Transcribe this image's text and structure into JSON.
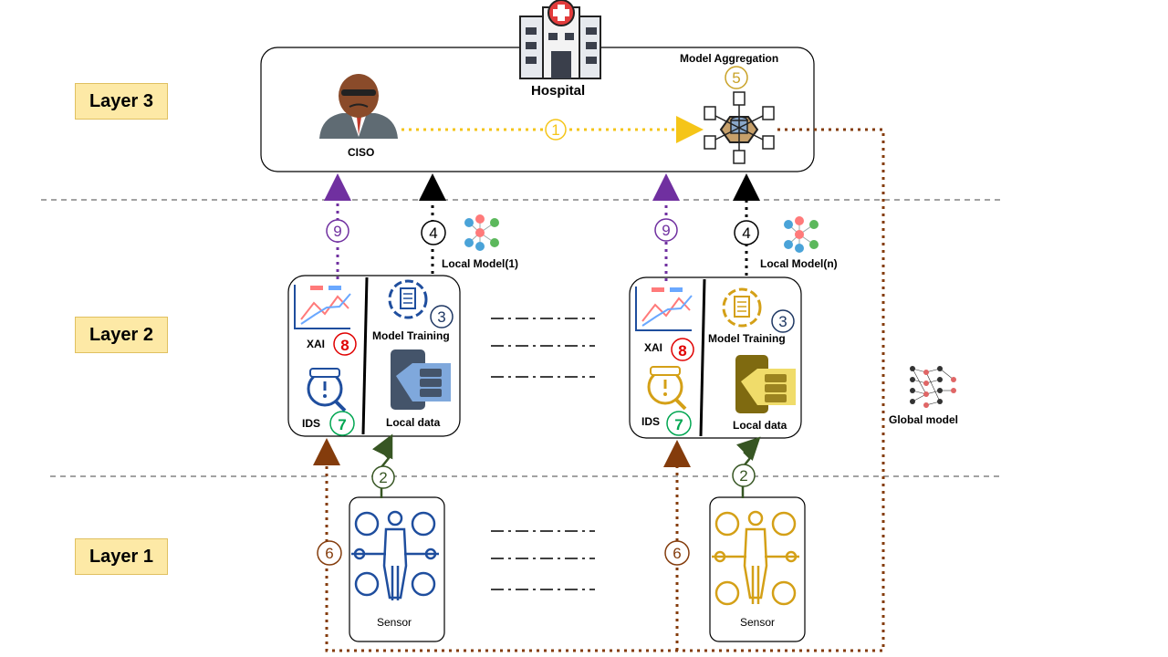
{
  "layers": {
    "l3": "Layer 3",
    "l2": "Layer 2",
    "l1": "Layer 1"
  },
  "labels": {
    "hospital": "Hospital",
    "ciso": "CISO",
    "model_aggregation": "Model Aggregation",
    "local_model_1": "Local Model(1)",
    "local_model_n": "Local Model(n)",
    "xai": "XAI",
    "ids": "IDS",
    "model_training": "Model Training",
    "local_data": "Local data",
    "sensor": "Sensor",
    "global_model": "Global model"
  },
  "steps": {
    "s1": "1",
    "s2": "2",
    "s3": "3",
    "s4": "4",
    "s5": "5",
    "s6": "6",
    "s7": "7",
    "s8": "8",
    "s9": "9"
  },
  "colors": {
    "blue": "#1f4e9e",
    "gold": "#d4a017",
    "purple": "#7030a0",
    "brown": "#843c0c",
    "green": "#375623",
    "red": "#e00000",
    "yellow_arrow": "#f5c518",
    "layer_fill": "#fde9a6"
  },
  "icons": [
    "hospital-icon",
    "ciso-avatar-icon",
    "aggregation-icon",
    "network-icon",
    "chart-icon",
    "gear-doc-icon",
    "ids-icon",
    "phone-database-icon",
    "sensor-body-icon",
    "global-model-icon"
  ]
}
